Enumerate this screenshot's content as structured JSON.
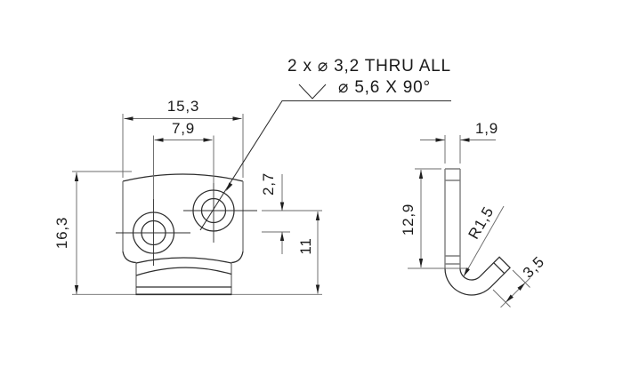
{
  "drawing": {
    "callout": {
      "line1": "2 x ⌀ 3,2 THRU ALL",
      "line2": "⌀ 5,6 X 90°",
      "symbol": "countersink"
    },
    "front_view": {
      "overall_width": "15,3",
      "hole_spacing_horizontal": "7,9",
      "overall_height": "16,3",
      "hole_offset_vertical": "2,7",
      "hole_elevation": "11"
    },
    "side_view": {
      "thickness": "1,9",
      "straight_length": "12,9",
      "bend_radius": "R1,5",
      "flange_length": "3,5"
    },
    "colors": {
      "background": "#ffffff",
      "model_edge": "#2e2e2e",
      "model_edge_light": "#7d7d7d",
      "dimension_line": "#6b6b6b",
      "arrowhead": "#1f1f1f",
      "text": "#1a1a1a"
    }
  }
}
